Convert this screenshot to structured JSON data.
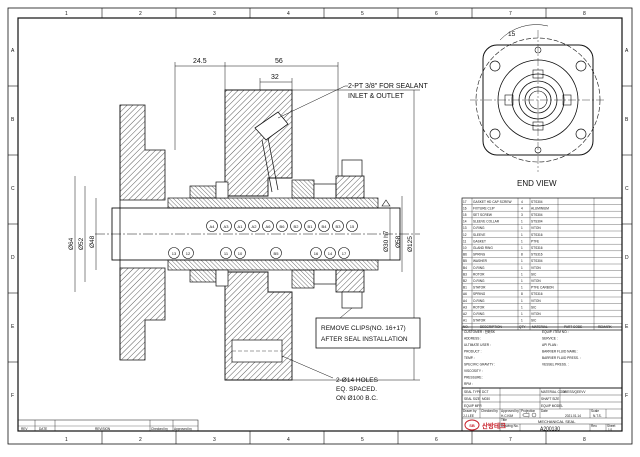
{
  "border": {
    "col_numbers": [
      "1",
      "2",
      "3",
      "4",
      "5",
      "6",
      "7",
      "8"
    ],
    "row_letters": [
      "A",
      "B",
      "C",
      "D",
      "E",
      "F"
    ]
  },
  "dims": {
    "d_24_5": "24.5",
    "d_56": "56",
    "d_32": "32",
    "d_15": "15",
    "phi64": "Ø64",
    "phi52": "Ø52",
    "phi48": "Ø48",
    "phi30": "Ø30 h7",
    "phi58": "Ø58",
    "phi125": "Ø125"
  },
  "notes": {
    "sealant_1": "2-PT 3/8\" FOR SEALANT",
    "sealant_2": "INLET & OUTLET",
    "remove_1": "REMOVE CLIPS(NO. 16+17)",
    "remove_2": "AFTER SEAL INSTALLATION",
    "holes_1": "2-Ø14 HOLES",
    "holes_2": "EQ. SPACED.",
    "holes_3": "ON Ø100 B.C.",
    "end_view": "END VIEW"
  },
  "balloons_top": [
    "A4",
    "A3",
    "A1",
    "A2",
    "A6",
    "B6",
    "B2",
    "B1",
    "B4",
    "B3",
    "15"
  ],
  "balloons_bottom": [
    "13",
    "12",
    "11",
    "10",
    "B5",
    "16",
    "14",
    "17"
  ],
  "parts_header": [
    "NO.",
    "DESCRIPTION",
    "QTY",
    "MATERIAL",
    "PART CODE",
    "REMARK"
  ],
  "parts": [
    [
      "17",
      "GASKET HD CAP SCREW",
      "4",
      "STS304",
      ""
    ],
    [
      "16",
      "FIXTURE CLIP",
      "4",
      "ALUMINIUM",
      ""
    ],
    [
      "15",
      "SET SCREW",
      "3",
      "STS304",
      ""
    ],
    [
      "14",
      "SLEEVE COLLAR",
      "1",
      "STS304",
      ""
    ],
    [
      "13",
      "O-RING",
      "1",
      "VITON",
      ""
    ],
    [
      "12",
      "SLEEVE",
      "1",
      "STS316",
      ""
    ],
    [
      "11",
      "GASKET",
      "1",
      "PTFE",
      ""
    ],
    [
      "10",
      "GLAND RING",
      "1",
      "STS316",
      ""
    ],
    [
      "B6",
      "SPRING",
      "8",
      "STS316",
      ""
    ],
    [
      "B5",
      "WASHER",
      "1",
      "STS304",
      ""
    ],
    [
      "B4",
      "O-RING",
      "1",
      "VITON",
      ""
    ],
    [
      "B3",
      "ROTOR",
      "1",
      "SIC",
      ""
    ],
    [
      "B2",
      "O-RING",
      "1",
      "VITON",
      ""
    ],
    [
      "B1",
      "STATOR",
      "1",
      "PTFE CARBON",
      ""
    ],
    [
      "A6",
      "SPRING",
      "8",
      "STS316",
      ""
    ],
    [
      "A4",
      "O-RING",
      "1",
      "VITON",
      ""
    ],
    [
      "A3",
      "ROTOR",
      "1",
      "SIC",
      ""
    ],
    [
      "A2",
      "O-RING",
      "1",
      "VITON",
      ""
    ],
    [
      "A1",
      "STATOR",
      "1",
      "SIC",
      ""
    ]
  ],
  "customer": {
    "left": [
      "CUSTOMER : 한화SK",
      "ADDRESS :",
      "ULTIMATE USER :",
      "PRODUCT :",
      "TEMP. :",
      "SPECIFIC GRAVITY :",
      "VISCOSITY :",
      "PRESSURE :",
      "RPM :"
    ],
    "right": [
      "EQUIP. ITEM NO. :",
      "SERVICE :",
      "API PLAN :",
      "BARRIER FLUID NAME :",
      "BARRIER FLUID PRESS. :",
      "VESSEL PRESS. :"
    ]
  },
  "seal_rows": {
    "seal_type_label": "SEAL TYPE",
    "seal_type": "DCT",
    "seal_size_label": "SEAL SIZE",
    "seal_size": "M030",
    "material_code_label": "MATERIAL CODE",
    "material_code": "VVESS/QEEVV",
    "shaft_size_label": "SHAFT SIZE",
    "equip_mfr_label": "EQUIP MFR",
    "equip_model_label": "EQUIP MODEL"
  },
  "sign": {
    "drawn_label": "Drawn by",
    "checked_label": "Checked by",
    "approved_label": "Approved by",
    "projection_label": "Projection",
    "date_label": "Date",
    "scale_label": "Scale",
    "drawn_by": "J.J.LEE",
    "approved_by": "H.C.KIM",
    "date": "2021.01.14",
    "scale": "N.T.S.",
    "title_label": "Title",
    "title": "MECHANICAL SEAL",
    "drawing_label": "Drawing No.",
    "drawing_no": "A200130",
    "rev_label": "Rev.",
    "sheet_label": "Sheet",
    "sheet": "1/1"
  },
  "logo": {
    "mark": "SB",
    "name": "산방테크"
  },
  "rev_table_header": [
    "REV",
    "DATE",
    "REVISION",
    "Checked by",
    "Approved by"
  ],
  "colors": {
    "line": "#111111",
    "hatch": "#333333",
    "logo_red": "#c8202a"
  }
}
